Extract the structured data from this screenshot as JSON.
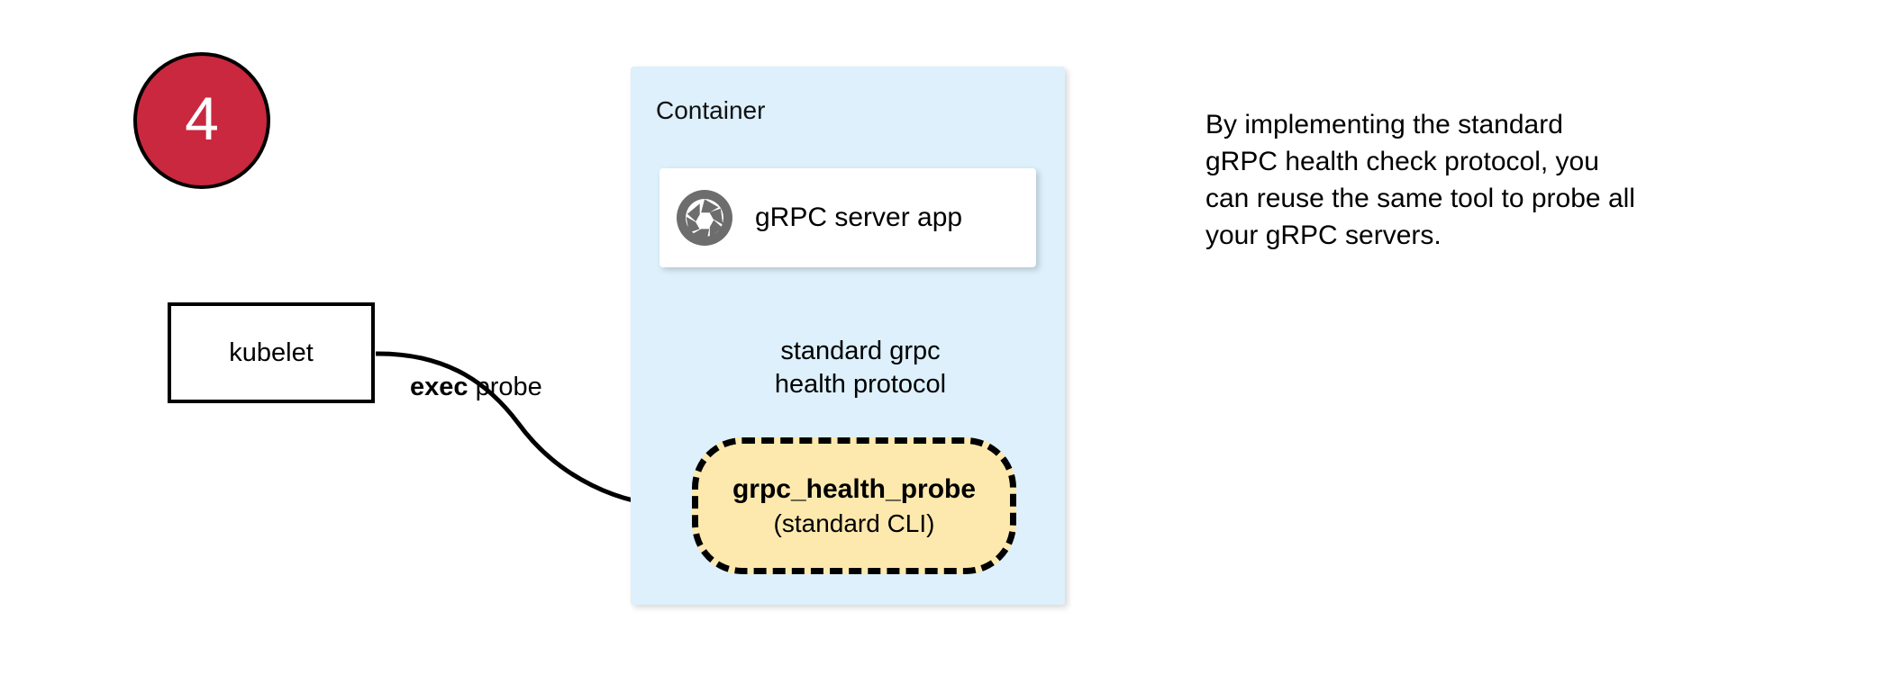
{
  "step": {
    "number": "4",
    "fill_color": "#c9283e",
    "text_color": "#ffffff"
  },
  "kubelet": {
    "label": "kubelet"
  },
  "container": {
    "title": "Container",
    "fill_color": "#ddf0fb"
  },
  "server_card": {
    "label": "gRPC server app",
    "icon": "grpc-aperture-icon",
    "icon_color": "#6d6d6d"
  },
  "probe": {
    "title": "grpc_health_probe",
    "subtitle": "(standard CLI)",
    "fill_color": "#fde9ad",
    "border_style": "dashed"
  },
  "edges": {
    "exec_probe": {
      "keyword": "exec",
      "rest": " probe"
    },
    "protocol": {
      "line1": "standard grpc",
      "line2": "health protocol"
    }
  },
  "note": {
    "line1": "By implementing the standard",
    "line2": "gRPC health check protocol, you",
    "line3": "can reuse the same tool to probe all",
    "line4": "your gRPC servers."
  }
}
